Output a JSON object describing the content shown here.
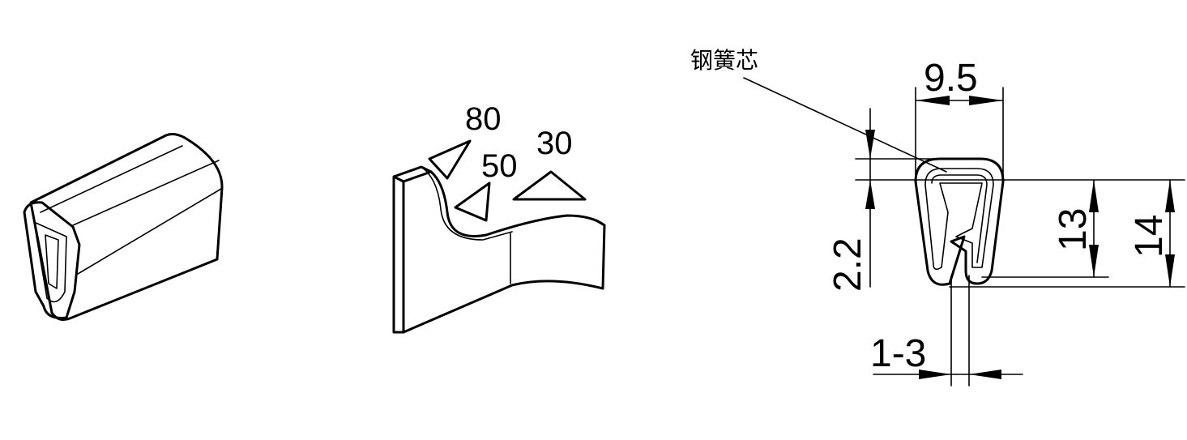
{
  "views": {
    "isometric_strip": {},
    "grip_angle_symbols": {
      "angles": [
        {
          "name": "top",
          "label": "80"
        },
        {
          "name": "middle",
          "label": "50"
        },
        {
          "name": "right",
          "label": "30"
        }
      ]
    },
    "cross_section": {
      "callout_label": "钢簧芯",
      "dimensions": {
        "width": "9.5",
        "lip": "2.2",
        "inner_height": "13",
        "total_height": "14",
        "grip_range": "1-3"
      }
    }
  },
  "colors": {
    "line": "#000000",
    "background": "#ffffff"
  }
}
